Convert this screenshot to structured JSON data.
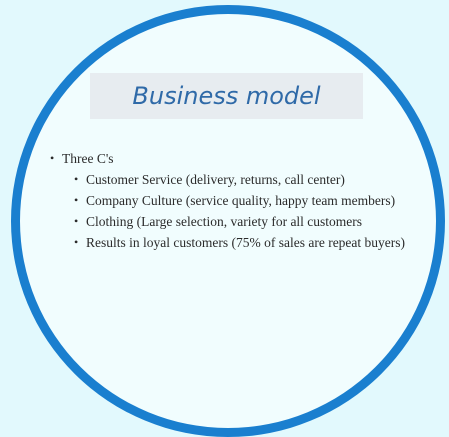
{
  "slide": {
    "title": "Business model",
    "bullets": [
      {
        "text": "Three C's",
        "children": [
          {
            "text": "Customer Service (delivery, returns, call center)"
          },
          {
            "text": "Company Culture (service quality, happy team members)"
          },
          {
            "text": "Clothing (Large selection, variety for all customers"
          },
          {
            "text": "Results in loyal customers (75% of sales are repeat buyers)"
          }
        ]
      }
    ]
  },
  "colors": {
    "background": "#e2f9fd",
    "circle_border": "#1a7fcf",
    "circle_fill": "#f1fdfe",
    "title_box": "#e7ecf0",
    "title_text": "#2f6aa8",
    "body_text": "#2b2b2b"
  }
}
